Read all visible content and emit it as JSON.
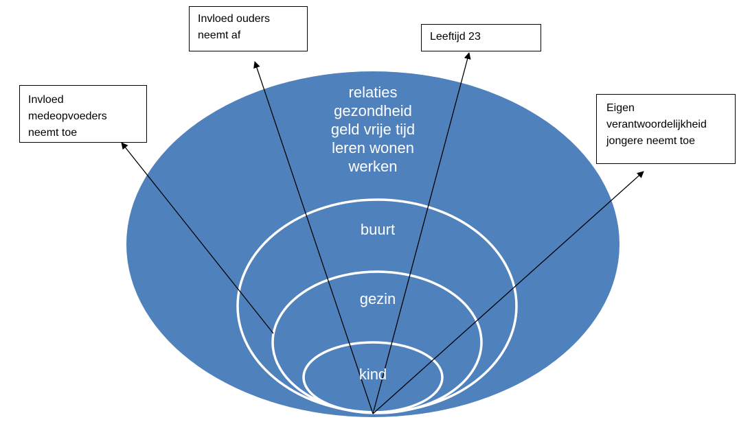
{
  "diagram": {
    "title": "",
    "colors": {
      "outer_fill": "#4f81bd",
      "ring_stroke": "#ffffff",
      "arrow": "#000000",
      "label_border": "#000000"
    },
    "outer_circle": {
      "lines": [
        "relaties",
        "gezondheid",
        "geld vrije tijd",
        "leren wonen",
        "werken"
      ]
    },
    "rings": [
      {
        "id": "buurt",
        "label": "buurt"
      },
      {
        "id": "gezin",
        "label": "gezin"
      },
      {
        "id": "kind",
        "label": "kind"
      }
    ],
    "callouts": [
      {
        "id": "ouders",
        "lines": [
          "Invloed ouders",
          "neemt af"
        ]
      },
      {
        "id": "leeftijd",
        "lines": [
          "Leeftijd 23"
        ]
      },
      {
        "id": "medeop",
        "lines": [
          "Invloed",
          "medeopvoeders",
          "neemt toe"
        ]
      },
      {
        "id": "eigen",
        "lines": [
          "Eigen",
          "verantwoordelijkheid",
          "jongere neemt toe"
        ]
      }
    ],
    "arrows": [
      {
        "from": "kind",
        "to": "ouders"
      },
      {
        "from": "kind",
        "to": "leeftijd"
      },
      {
        "from": "gezin",
        "to": "medeop"
      },
      {
        "from": "kind",
        "to": "eigen"
      }
    ]
  }
}
